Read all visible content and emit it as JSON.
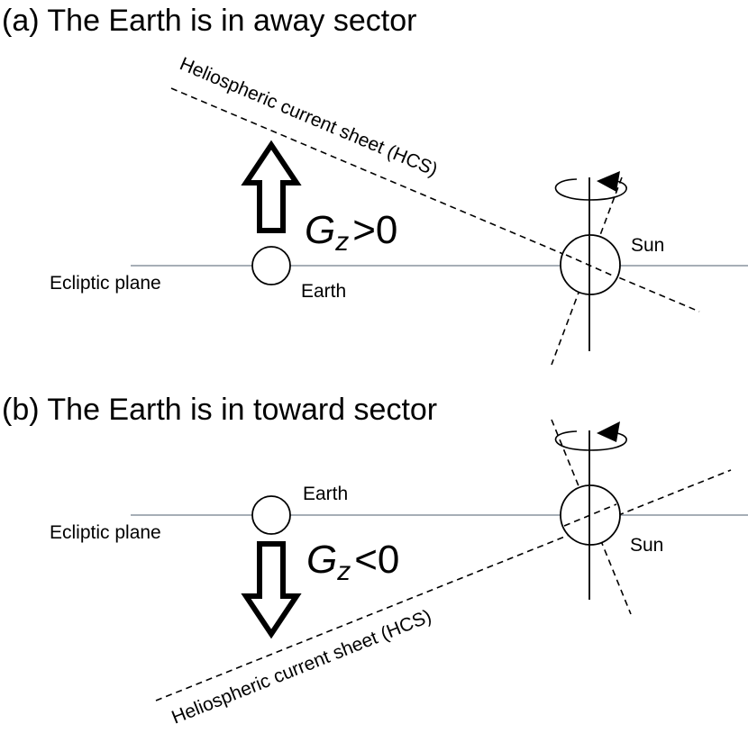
{
  "panels": [
    {
      "id": "a",
      "title": "(a) The Earth is in away sector",
      "ecliptic_label": "Ecliptic plane",
      "earth_label": "Earth",
      "sun_label": "Sun",
      "hcs_label": "Heliospheric current sheet (HCS)",
      "field_symbol": "G",
      "field_subscript": "z",
      "field_relation": ">0",
      "arrow_direction": "up"
    },
    {
      "id": "b",
      "title": "(b) The Earth is in toward sector",
      "ecliptic_label": "Ecliptic plane",
      "earth_label": "Earth",
      "sun_label": "Sun",
      "hcs_label": "Heliospheric current sheet (HCS)",
      "field_symbol": "G",
      "field_subscript": "z",
      "field_relation": "<0",
      "arrow_direction": "down"
    }
  ],
  "colors": {
    "ecliptic_line": "#9aa3ab",
    "ink": "#000000",
    "background": "#ffffff"
  },
  "icons": {
    "rotation": "rotation-arrow-icon",
    "field_arrow": "hollow-arrow-icon"
  }
}
